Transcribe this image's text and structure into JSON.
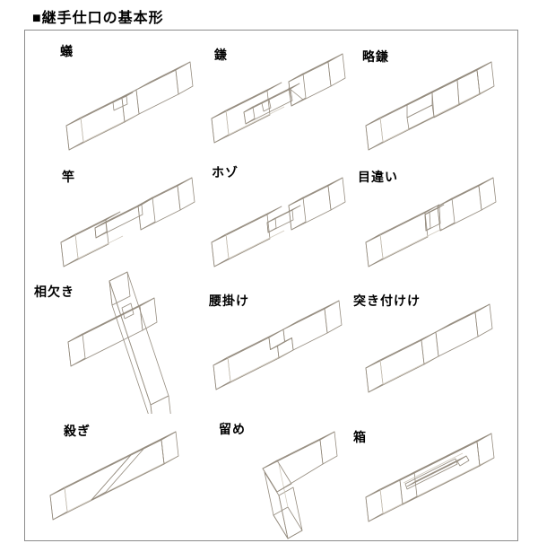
{
  "title": "■継手仕口の基本形",
  "colors": {
    "background": "#ffffff",
    "text": "#000000",
    "cream": "#f6eee1",
    "tan": "#f2d8a1",
    "orange": "#eda72b",
    "floor": "#f8e9c8",
    "stroke": "#958c7f",
    "hidden": "#cfc8bb",
    "frame": "#8c8c8c"
  },
  "joints": [
    {
      "id": "ari",
      "label": "蟻"
    },
    {
      "id": "kama",
      "label": "鎌"
    },
    {
      "id": "ryakugama",
      "label": "略鎌"
    },
    {
      "id": "sao",
      "label": "竿"
    },
    {
      "id": "hozo",
      "label": "ホゾ"
    },
    {
      "id": "mechigai",
      "label": "目違い"
    },
    {
      "id": "aikaki",
      "label": "相欠き"
    },
    {
      "id": "koshikake",
      "label": "腰掛け"
    },
    {
      "id": "tsukitsuke",
      "label": "突き付けけ"
    },
    {
      "id": "sogi",
      "label": "殺ぎ"
    },
    {
      "id": "tome",
      "label": "留め"
    },
    {
      "id": "hako",
      "label": "箱"
    }
  ]
}
